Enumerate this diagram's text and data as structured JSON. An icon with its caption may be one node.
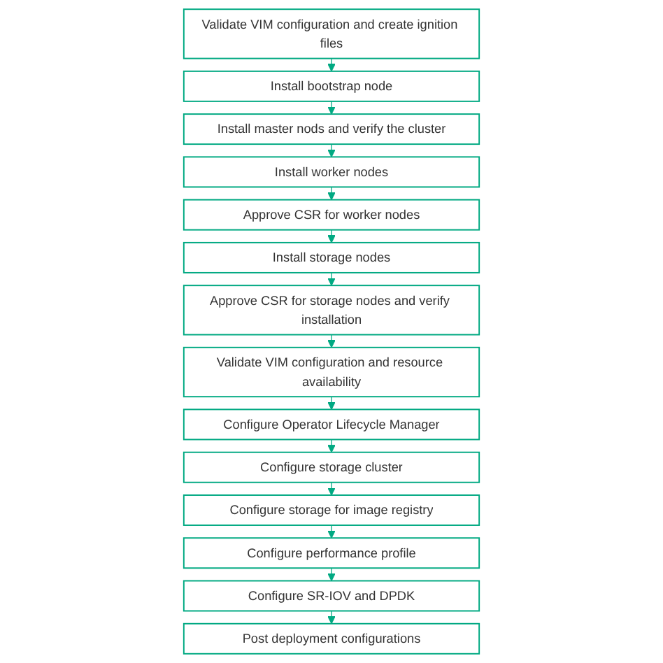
{
  "diagram": {
    "nodes": [
      {
        "text": [
          "Validate VIM configuration and create ignition files"
        ]
      },
      {
        "text": [
          "Install bootstrap node"
        ]
      },
      {
        "text": [
          "Install master nods and verify the cluster"
        ]
      },
      {
        "text": [
          "Install worker nodes"
        ]
      },
      {
        "text": [
          "Approve CSR for worker nodes"
        ]
      },
      {
        "text": [
          "Install storage nodes"
        ]
      },
      {
        "text": [
          "Approve CSR for storage nodes and verify installation"
        ]
      },
      {
        "text": [
          "Validate VIM configuration and resource availability"
        ]
      },
      {
        "text": [
          "Configure Operator Lifecycle Manager"
        ]
      },
      {
        "text": [
          "Configure storage cluster"
        ]
      },
      {
        "text": [
          "Configure storage for image registry"
        ]
      },
      {
        "text": [
          "Configure performance profile"
        ]
      },
      {
        "text": [
          "Configure SR-IOV and DPDK"
        ]
      },
      {
        "text": [
          "Post deployment configurations"
        ]
      }
    ],
    "edges": [
      {
        "from": 0,
        "to": 1,
        "arrow": "to"
      },
      {
        "from": 1,
        "to": 2,
        "arrow": "to"
      },
      {
        "from": 2,
        "to": 3,
        "arrow": "to"
      },
      {
        "from": 3,
        "to": 4,
        "arrow": "to"
      },
      {
        "from": 4,
        "to": 5,
        "arrow": "to"
      },
      {
        "from": 5,
        "to": 6,
        "arrow": "to"
      },
      {
        "from": 6,
        "to": 7,
        "arrow": "to"
      },
      {
        "from": 7,
        "to": 8,
        "arrow": "to"
      },
      {
        "from": 8,
        "to": 9,
        "arrow": "to"
      },
      {
        "from": 9,
        "to": 10,
        "arrow": "to"
      },
      {
        "from": 10,
        "to": 11,
        "arrow": "to"
      },
      {
        "from": 11,
        "to": 12,
        "arrow": "to"
      },
      {
        "from": 12,
        "to": 13,
        "arrow": "to"
      }
    ]
  }
}
